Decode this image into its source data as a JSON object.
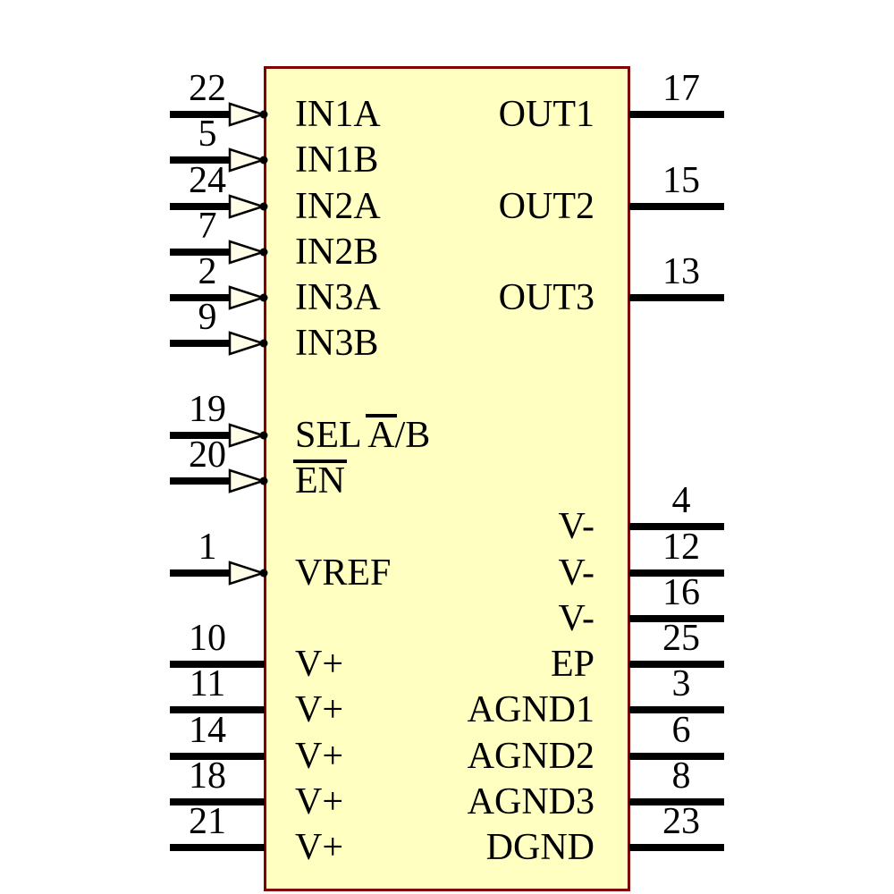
{
  "component": {
    "kind": "ic-schematic-symbol",
    "pin_count": 25,
    "colors": {
      "body_fill": "#FFFFC2",
      "body_border": "#800000",
      "pin_line": "#000000",
      "arrow_fill": "#FFFDE8",
      "text": "#000000",
      "background": "#FFFFFF"
    }
  },
  "pins": {
    "left": [
      {
        "number": "22",
        "row": 1,
        "arrow": true,
        "label": [
          {
            "t": "IN1A",
            "bar": false
          }
        ]
      },
      {
        "number": "5",
        "row": 2,
        "arrow": true,
        "label": [
          {
            "t": "IN1B",
            "bar": false
          }
        ]
      },
      {
        "number": "24",
        "row": 3,
        "arrow": true,
        "label": [
          {
            "t": "IN2A",
            "bar": false
          }
        ]
      },
      {
        "number": "7",
        "row": 4,
        "arrow": true,
        "label": [
          {
            "t": "IN2B",
            "bar": false
          }
        ]
      },
      {
        "number": "2",
        "row": 5,
        "arrow": true,
        "label": [
          {
            "t": "IN3A",
            "bar": false
          }
        ]
      },
      {
        "number": "9",
        "row": 6,
        "arrow": true,
        "label": [
          {
            "t": "IN3B",
            "bar": false
          }
        ]
      },
      {
        "number": "19",
        "row": 8,
        "arrow": true,
        "label": [
          {
            "t": "SEL ",
            "bar": false
          },
          {
            "t": "A",
            "bar": true
          },
          {
            "t": "/B",
            "bar": false
          }
        ]
      },
      {
        "number": "20",
        "row": 9,
        "arrow": true,
        "label": [
          {
            "t": "EN",
            "bar": true
          }
        ]
      },
      {
        "number": "1",
        "row": 11,
        "arrow": true,
        "label": [
          {
            "t": "VREF",
            "bar": false
          }
        ]
      },
      {
        "number": "10",
        "row": 13,
        "arrow": false,
        "label": [
          {
            "t": "V+",
            "bar": false
          }
        ]
      },
      {
        "number": "11",
        "row": 14,
        "arrow": false,
        "label": [
          {
            "t": "V+",
            "bar": false
          }
        ]
      },
      {
        "number": "14",
        "row": 15,
        "arrow": false,
        "label": [
          {
            "t": "V+",
            "bar": false
          }
        ]
      },
      {
        "number": "18",
        "row": 16,
        "arrow": false,
        "label": [
          {
            "t": "V+",
            "bar": false
          }
        ]
      },
      {
        "number": "21",
        "row": 17,
        "arrow": false,
        "label": [
          {
            "t": "V+",
            "bar": false
          }
        ]
      }
    ],
    "right": [
      {
        "number": "17",
        "row": 1,
        "arrow": false,
        "label": [
          {
            "t": "OUT1",
            "bar": false
          }
        ]
      },
      {
        "number": "15",
        "row": 3,
        "arrow": false,
        "label": [
          {
            "t": "OUT2",
            "bar": false
          }
        ]
      },
      {
        "number": "13",
        "row": 5,
        "arrow": false,
        "label": [
          {
            "t": "OUT3",
            "bar": false
          }
        ]
      },
      {
        "number": "4",
        "row": 10,
        "arrow": false,
        "label": [
          {
            "t": "V-",
            "bar": false
          }
        ]
      },
      {
        "number": "12",
        "row": 11,
        "arrow": false,
        "label": [
          {
            "t": "V-",
            "bar": false
          }
        ]
      },
      {
        "number": "16",
        "row": 12,
        "arrow": false,
        "label": [
          {
            "t": "V-",
            "bar": false
          }
        ]
      },
      {
        "number": "25",
        "row": 13,
        "arrow": false,
        "label": [
          {
            "t": "EP",
            "bar": false
          }
        ]
      },
      {
        "number": "3",
        "row": 14,
        "arrow": false,
        "label": [
          {
            "t": "AGND1",
            "bar": false
          }
        ]
      },
      {
        "number": "6",
        "row": 15,
        "arrow": false,
        "label": [
          {
            "t": "AGND2",
            "bar": false
          }
        ]
      },
      {
        "number": "8",
        "row": 16,
        "arrow": false,
        "label": [
          {
            "t": "AGND3",
            "bar": false
          }
        ]
      },
      {
        "number": "23",
        "row": 17,
        "arrow": false,
        "label": [
          {
            "t": "DGND",
            "bar": false
          }
        ]
      }
    ]
  }
}
